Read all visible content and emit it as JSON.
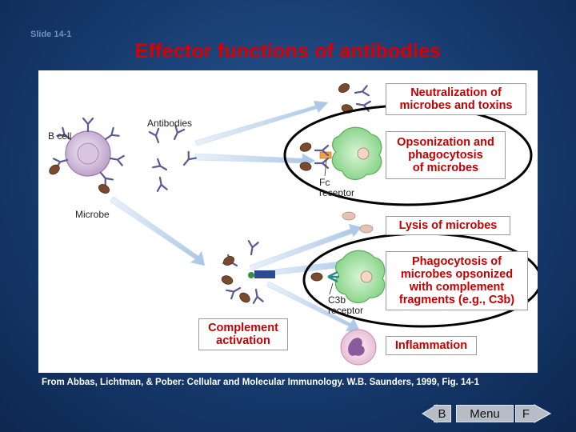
{
  "slide_label": "Slide 14-1",
  "title": "Effector functions of antibodies",
  "labels": {
    "b_cell": "B cell",
    "antibodies": "Antibodies",
    "microbe": "Microbe",
    "fc_line1": "Fc",
    "fc_line2": "receptor",
    "c3b_line1": "C3b",
    "c3b_line2": "receptor"
  },
  "boxes": {
    "neutralization": [
      "Neutralization of",
      "microbes and toxins"
    ],
    "opsonization": [
      "Opsonization and",
      "phagocytosis",
      "of microbes"
    ],
    "lysis": [
      "Lysis of microbes"
    ],
    "phagocytosis_complement": [
      "Phagocytosis of",
      "microbes opsonized",
      "with complement",
      "fragments (e.g., C3b)"
    ],
    "inflammation": [
      "Inflammation"
    ],
    "complement": [
      "Complement",
      "activation"
    ]
  },
  "caption": "From Abbas, Lichtman, & Pober: Cellular and Molecular Immunology. W.B. Saunders, 1999, Fig. 14-1",
  "nav": {
    "back": "B",
    "menu": "Menu",
    "forward": "F"
  },
  "colors": {
    "title": "#d80000",
    "box_text": "#c40000",
    "background": "#163b6e",
    "arrow": "#a9c6e6",
    "microbe": "#7a4a2e",
    "antibody": "#4a4a8a",
    "phagocyte": "#9fdc9f",
    "b_cell": "#cdb6d6"
  }
}
